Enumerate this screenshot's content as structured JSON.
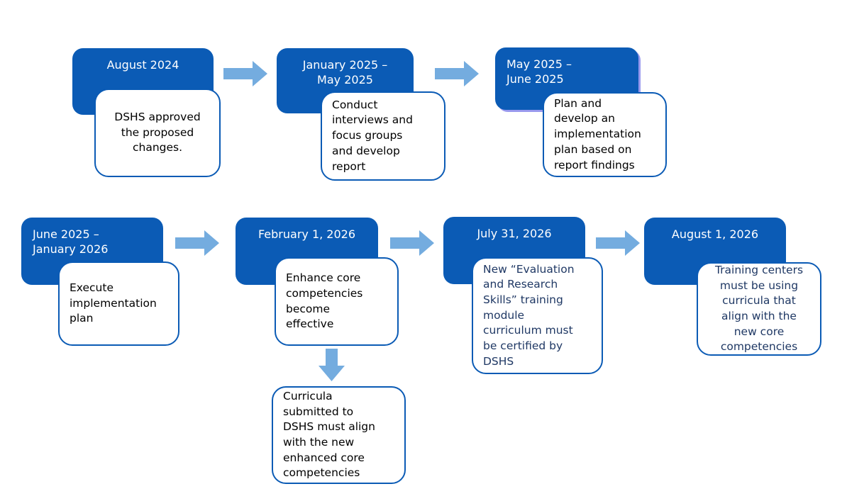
{
  "colors": {
    "header_fill": "#0b5bb5",
    "header_text": "#ffffff",
    "body_border": "#0b5bb5",
    "body_text": "#000000",
    "body_text_navy": "#1f3864",
    "arrow_fill": "#74acdf",
    "shadow_lavender": "#9999ee",
    "background": "#ffffff"
  },
  "milestones": [
    {
      "date": "August 2024",
      "body": "DSHS approved\nthe proposed\nchanges."
    },
    {
      "date": "January 2025 –\nMay 2025",
      "body": "Conduct\ninterviews and\nfocus groups\nand develop\nreport"
    },
    {
      "date": "May 2025 –\nJune 2025",
      "body": "Plan and\ndevelop an\nimplementation\nplan based on\nreport findings"
    },
    {
      "date": "June 2025 –\nJanuary 2026",
      "body": "Execute\nimplementation\nplan"
    },
    {
      "date": "February 1, 2026",
      "body": "Enhance core\ncompetencies\nbecome\neffective"
    },
    {
      "date": "July 31, 2026",
      "body": "New “Evaluation\nand Research\nSkills” training\nmodule\ncurriculum must\nbe certified by\nDSHS"
    },
    {
      "date": "August 1, 2026",
      "body": "Training centers\nmust be using\ncurricula that\nalign with the\nnew core\ncompetencies"
    }
  ],
  "callout": {
    "body": "Curricula\nsubmitted to\nDSHS must align\nwith the new\nenhanced core\ncompetencies"
  }
}
